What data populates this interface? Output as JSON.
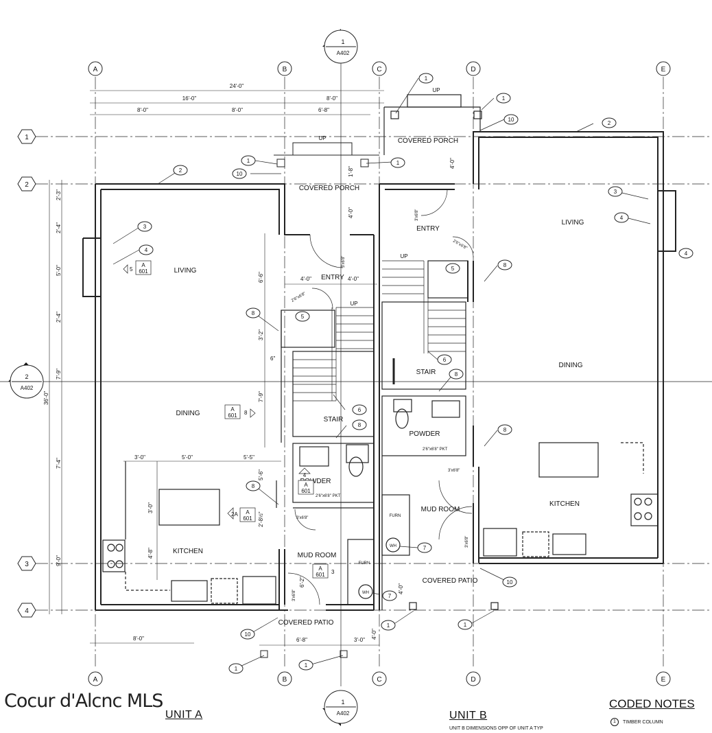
{
  "grid": {
    "columns": [
      "A",
      "B",
      "C",
      "D",
      "E"
    ],
    "rows": [
      "1",
      "2",
      "3",
      "4"
    ]
  },
  "section_markers": {
    "top": {
      "number": "1",
      "sheet": "A402"
    },
    "left": {
      "number": "2",
      "sheet": "A402"
    },
    "bottom": {
      "number": "1",
      "sheet": "A402"
    }
  },
  "dimensions": {
    "top": [
      "24'-0\"",
      "16'-0\"",
      "8'-0\"",
      "8'-0\"",
      "8'-0\"",
      "6'-8\""
    ],
    "left": [
      "2'-3\"",
      "2'-4\"",
      "5'-0\"",
      "2'-4\"",
      "7'-9\"",
      "7'-4\"",
      "9'-0\"",
      "36'-0\""
    ],
    "interior": [
      "6'-6\"",
      "3'-2\"",
      "7'-9\"",
      "6\"",
      "4'-0\"",
      "4'-0\"",
      "1'-8\"",
      "4'-0\"",
      "4'-0\"",
      "3'-0\"",
      "5'-0\"",
      "5'-5\"",
      "3'-0\"",
      "4'-8\"",
      "5'-6\"",
      "2'-8½\"",
      "6'-2\"",
      "4'-0\"",
      "4'-0\"",
      "8'-0\"",
      "6'-8\"",
      "3'-0\""
    ],
    "doors": [
      "2'6\"x6'8\"",
      "2'6\"x6'8\"",
      "3'x6'8\"",
      "3'x6'8\"",
      "3'x6'8\"",
      "3'x6'8\"",
      "3'x6'8\"",
      "3'x6'8\"",
      "2'6\"x6'8\" PKT",
      "2'6\"x6'8\" PKT"
    ]
  },
  "rooms_a": [
    "LIVING",
    "DINING",
    "KITCHEN",
    "ENTRY",
    "STAIR",
    "POWDER",
    "MUD ROOM",
    "COVERED PORCH",
    "COVERED PATIO"
  ],
  "rooms_b": [
    "LIVING",
    "DINING",
    "KITCHEN",
    "ENTRY",
    "STAIR",
    "POWDER",
    "MUD ROOM",
    "COVERED PORCH",
    "COVERED PATIO"
  ],
  "labels": {
    "up": "UP",
    "furn": "FURN",
    "wh": "WH",
    "pkt": "PKT"
  },
  "detail_tags": [
    {
      "num": "5",
      "sheet": "A",
      "sub": "601"
    },
    {
      "num": "8",
      "sheet": "A",
      "sub": "601"
    },
    {
      "num": "4",
      "sheet": "A",
      "sub": "601"
    },
    {
      "num": "2A",
      "sheet": "A",
      "sub": "601"
    },
    {
      "num": "3",
      "sheet": "A",
      "sub": "601"
    }
  ],
  "keynotes": [
    "1",
    "2",
    "3",
    "4",
    "5",
    "6",
    "7",
    "8",
    "10"
  ],
  "watermark": "Cocur d'Alcnc MLS",
  "unit_a": {
    "title": "UNIT A"
  },
  "unit_b": {
    "title": "UNIT B",
    "note": "UNIT B DIMENSIONS OPP OF UNIT A TYP"
  },
  "coded_notes": {
    "title": "CODED NOTES",
    "items": [
      {
        "num": "1",
        "text": "TIMBER COLUMN"
      }
    ]
  }
}
